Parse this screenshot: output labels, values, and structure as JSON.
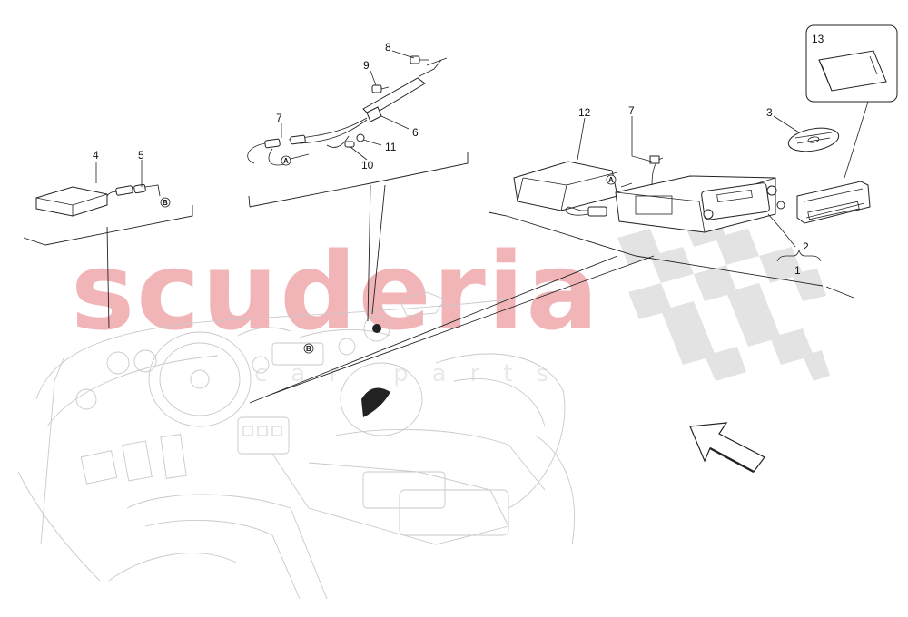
{
  "watermark": {
    "brand": "scuderia",
    "sub": "car parts",
    "brand_color": "#f1b5b8",
    "checker_color": "#e3e3e3"
  },
  "callouts": {
    "c1": "1",
    "c2": "2",
    "c3": "3",
    "c4": "4",
    "c5": "5",
    "c6": "6",
    "c7a": "7",
    "c7b": "7",
    "c8": "8",
    "c9": "9",
    "c10": "10",
    "c11": "11",
    "c12": "12",
    "c13": "13"
  },
  "markers": {
    "a1": "A",
    "a2": "A",
    "b1": "B",
    "b2": "B"
  },
  "icons": {
    "direction_arrow": "front-direction-arrow-icon"
  }
}
